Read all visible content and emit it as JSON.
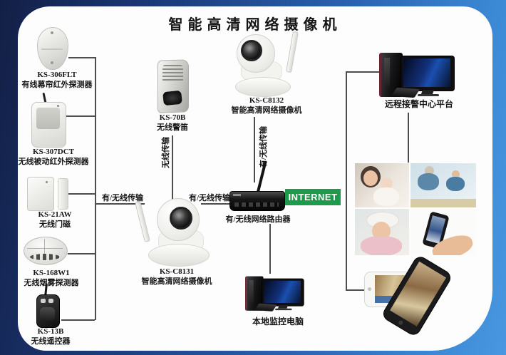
{
  "title": "智能高清网络摄像机",
  "sensors": [
    {
      "model": "KS-306FLT",
      "name": "有线幕帘红外探测器",
      "icon": "curtain-infrared-detector"
    },
    {
      "model": "KS-307DCT",
      "name": "无线被动红外探测器",
      "icon": "pir-motion-detector"
    },
    {
      "model": "KS-21AW",
      "name": "无线门磁",
      "icon": "door-magnet-sensor"
    },
    {
      "model": "KS-168W1",
      "name": "无线烟雾探测器",
      "icon": "smoke-detector"
    },
    {
      "model": "KS-13B",
      "name": "无线遥控器",
      "icon": "remote-control"
    }
  ],
  "siren": {
    "model": "KS-70B",
    "name": "无线警笛",
    "icon": "wireless-siren"
  },
  "cameras": {
    "top": {
      "model": "KS-C8132",
      "name": "智能高清网络摄像机",
      "icon": "ip-camera"
    },
    "main": {
      "model": "KS-C8131",
      "name": "智能高清网络摄像机",
      "icon": "ip-camera"
    }
  },
  "router": {
    "name": "有/无线网络路由器",
    "icon": "wireless-router"
  },
  "internet": {
    "label": "INTERNET",
    "bg_color": "#1f9a4d",
    "text_color": "#ffffff"
  },
  "computers": {
    "local": {
      "name": "本地监控电脑",
      "icon": "desktop-computer"
    },
    "remote": {
      "name": "远程接警中心平台",
      "icon": "desktop-computer"
    }
  },
  "link_labels": {
    "sensors_to_camera": "有/无线传输",
    "camera_to_router": "有/无线传输",
    "top_camera_to_router": "有/无线传输",
    "siren_to_camera": "无线传输"
  },
  "photos": [
    {
      "icon": "photo-mother-and-baby"
    },
    {
      "icon": "photo-grandfather-and-boy"
    },
    {
      "icon": "photo-baby-with-hat"
    },
    {
      "icon": "photo-hand-holding-phone"
    },
    {
      "icon": "phone-room-view-white"
    },
    {
      "icon": "phone-room-view-black"
    }
  ],
  "colors": {
    "background_dark_blue": "#131f45",
    "background_light_blue": "#3c8ad6",
    "panel_white": "#fdfdfd",
    "line_gray": "#4d4d4d",
    "internet_green": "#1f9a4d"
  }
}
